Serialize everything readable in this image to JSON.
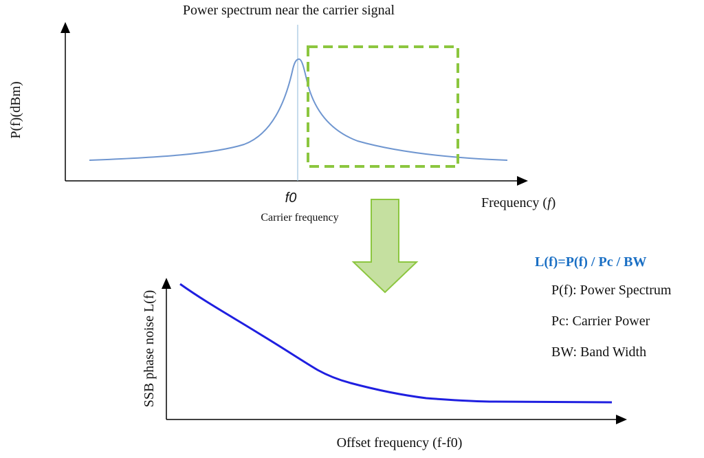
{
  "top_chart": {
    "title": "Power spectrum near the carrier signal",
    "ylabel": "P(f)(dBm)",
    "xlabel_text": "Frequency (",
    "xlabel_var": "f",
    "xlabel_close": ")",
    "marker_label": "f0",
    "marker_caption": "Carrier frequency"
  },
  "bottom_chart": {
    "ylabel": "SSB phase noise L(f)",
    "xlabel": "Offset frequency (f-f0)"
  },
  "legend": {
    "formula": "L(f)=P(f) / Pc / BW",
    "items": [
      "P(f): Power Spectrum",
      "Pc: Carrier Power",
      "BW: Band Width"
    ]
  },
  "colors": {
    "spectrum_curve": "#6f96d0",
    "marker_line": "#9fc3e0",
    "highlight_box": "#8cc63f",
    "arrow_fill": "#c5e0a0",
    "arrow_stroke": "#8cc63f",
    "noise_curve": "#1f1fe0",
    "formula": "#1a6fc4"
  },
  "icons": {
    "transition_arrow": "down-arrow-icon"
  }
}
